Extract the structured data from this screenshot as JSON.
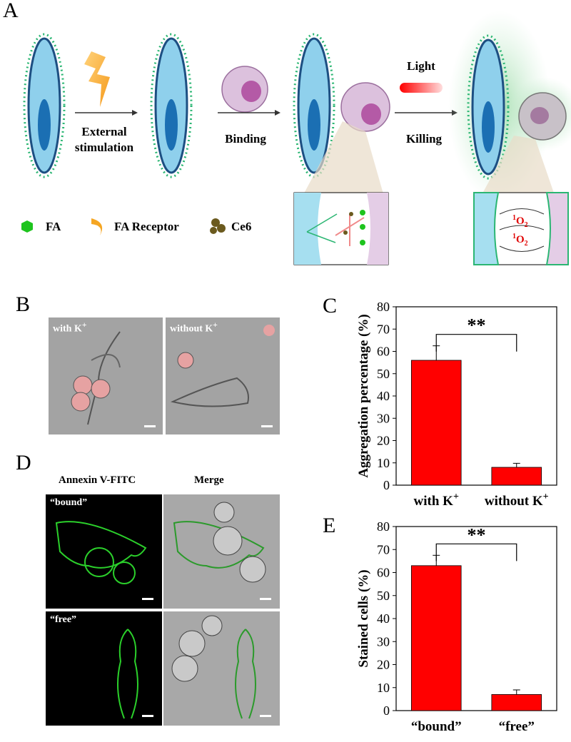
{
  "panelA": {
    "letter": "A",
    "arrow_labels": {
      "stimulation_line1": "External",
      "stimulation_line2": "stimulation",
      "binding": "Binding",
      "light": "Light",
      "killing": "Killing"
    },
    "legend": [
      {
        "label": "FA",
        "icon": "hexagon-icon",
        "color": "#1ec41e"
      },
      {
        "label": "FA Receptor",
        "icon": "crescent-icon",
        "color": "#f5a623"
      },
      {
        "label": "Ce6",
        "icon": "blob-icon",
        "color": "#6b5a1e"
      }
    ],
    "inset_right_labels": [
      "1O2",
      "1O2"
    ]
  },
  "panelB": {
    "letter": "B",
    "images": [
      {
        "label": "with K+"
      },
      {
        "label": "without K+"
      }
    ]
  },
  "panelD": {
    "letter": "D",
    "column_headers": [
      "Annexin V-FITC",
      "Merge"
    ],
    "row_labels": [
      "“bound”",
      "“free”"
    ]
  },
  "chart_data": [
    {
      "panel": "C",
      "type": "bar",
      "categories": [
        "with K+",
        "without K+"
      ],
      "values": [
        56,
        8
      ],
      "errors": [
        6.5,
        1.8
      ],
      "ylabel": "Aggregation percentage (%)",
      "ylim": [
        0,
        80
      ],
      "yticks": [
        0,
        10,
        20,
        30,
        40,
        50,
        60,
        70,
        80
      ],
      "significance": "**",
      "bar_color": "#ff0000"
    },
    {
      "panel": "E",
      "type": "bar",
      "categories": [
        "“bound”",
        "“free”"
      ],
      "values": [
        63,
        7
      ],
      "errors": [
        4.5,
        2
      ],
      "ylabel": "Stained cells (%)",
      "ylim": [
        0,
        80
      ],
      "yticks": [
        0,
        10,
        20,
        30,
        40,
        50,
        60,
        70,
        80
      ],
      "significance": "**",
      "bar_color": "#ff0000"
    }
  ]
}
